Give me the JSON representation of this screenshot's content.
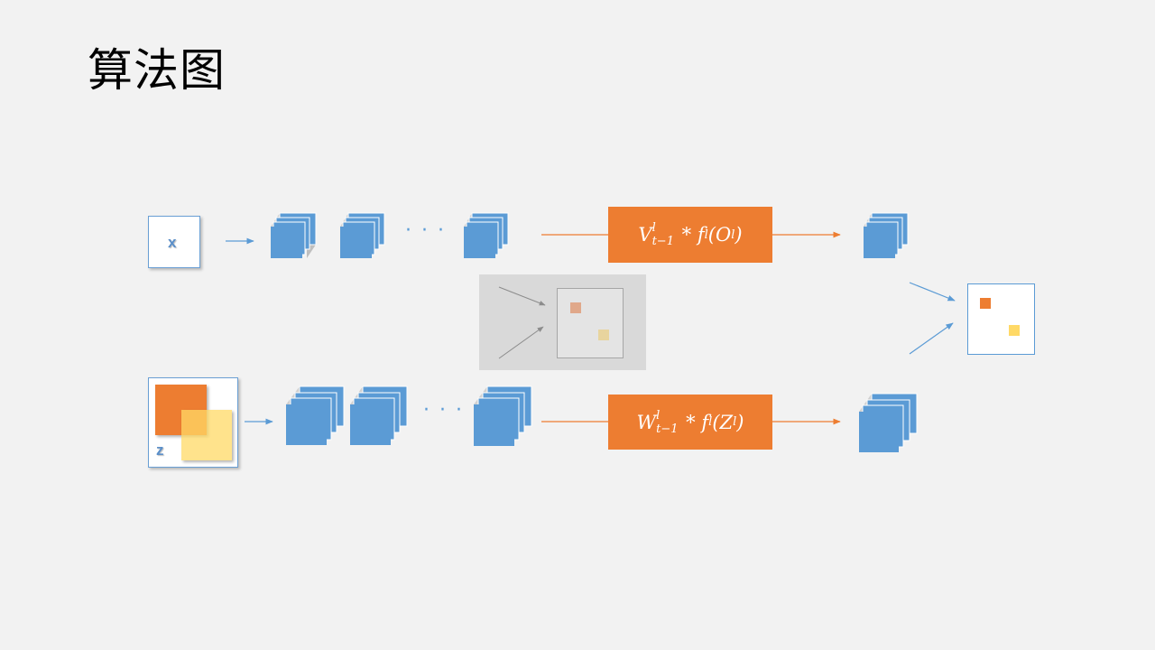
{
  "title": "算法图",
  "inputs": {
    "top_label": "x",
    "bottom_label": "z"
  },
  "formulas": {
    "top": {
      "base": "V",
      "sup": "l",
      "sub": "t−1",
      "op": " * ",
      "f": "f",
      "fsup": "l",
      "arg": "(O",
      "argsub": "l",
      "close": ")"
    },
    "bottom": {
      "base": "W",
      "sup": "l",
      "sub": "t−1",
      "op": " * ",
      "f": "f",
      "fsup": "l",
      "arg": "(Z",
      "argsub": "l",
      "close": ")"
    }
  },
  "ellipsis": "· · ·",
  "colors": {
    "background": "#f2f2f2",
    "cube_blue": "#5b9bd5",
    "cube_gray": "#bfbfbf",
    "orange": "#ed7d31",
    "yellow": "#ffd966",
    "panel": "#d9d9d9"
  }
}
